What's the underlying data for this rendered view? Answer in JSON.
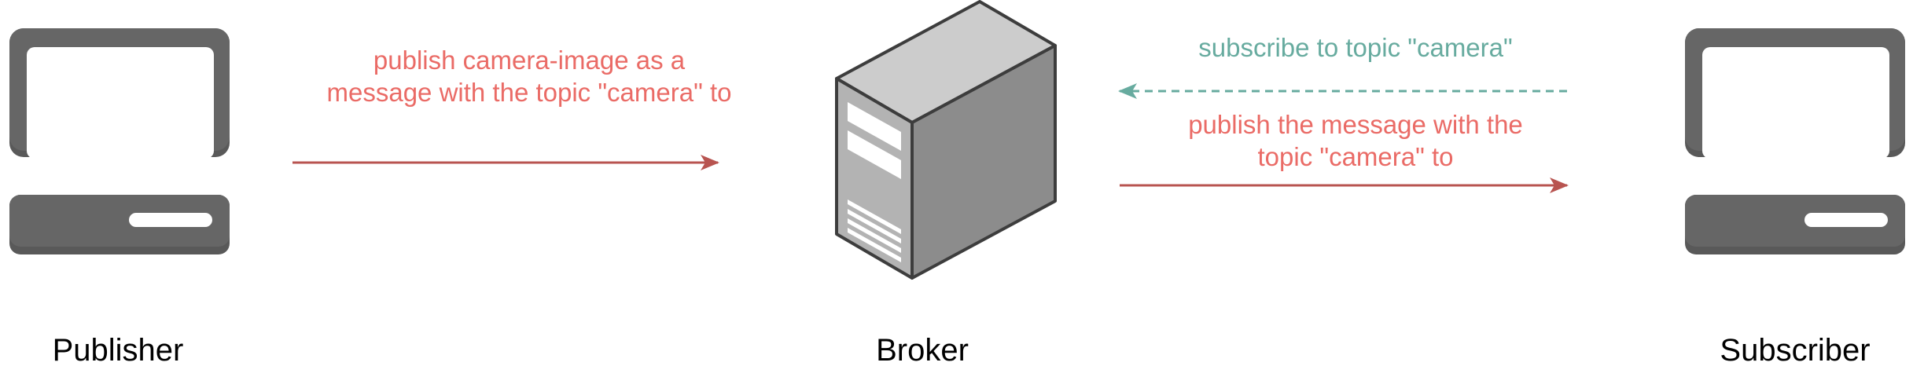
{
  "nodes": {
    "publisher": {
      "label": "Publisher",
      "icon": "desktop-computer-icon"
    },
    "broker": {
      "label": "Broker",
      "icon": "server-tower-icon"
    },
    "subscriber": {
      "label": "Subscriber",
      "icon": "desktop-computer-icon"
    }
  },
  "edges": {
    "publish_to_broker": {
      "label": "publish camera-image as a message with the topic \"camera\" to",
      "style": "solid",
      "color": "#b85450",
      "label_color": "#ea6b66"
    },
    "subscribe": {
      "label": "subscribe to topic \"camera\"",
      "style": "dashed",
      "color": "#67ab9f"
    },
    "forward_to_subscriber": {
      "label": "publish the message with the topic \"camera\" to",
      "style": "solid",
      "color": "#b85450",
      "label_color": "#ea6b66"
    }
  },
  "colors": {
    "computer_dark": "#595959",
    "computer_body": "#666666",
    "server_front": "#b3b3b3",
    "server_side": "#8c8c8c",
    "server_top": "#cccccc"
  }
}
